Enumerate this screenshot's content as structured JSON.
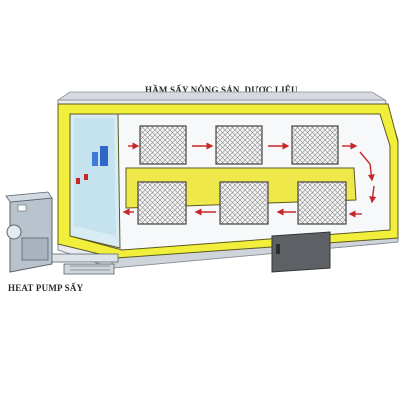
{
  "labels": {
    "title": "HẦM SẤY NÔNG SẢN, DƯỢC LIỆU",
    "heat_pump": "HEAT PUMP SẤY"
  },
  "colors": {
    "wall_yellow": "#f2ee3c",
    "wall_outline": "#5a5a20",
    "shell": "#e6e9ee",
    "floor": "#f6f7f9",
    "glass": "#bfe0ee",
    "divider": "#efe84a",
    "arrow_red": "#c62828",
    "rack": "#444444",
    "door": "#5d6166",
    "heat_pump": "#b9c3ce"
  },
  "components": {
    "racks": 6,
    "heat_pump_units": 1,
    "doors": 1
  }
}
